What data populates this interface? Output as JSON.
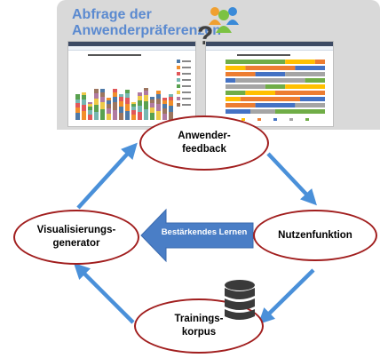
{
  "header": {
    "title_line1": "Abfrage der",
    "title_line2": "Anwenderpräferenzen",
    "users_icon": "users-group-icon",
    "question_icon": "question-mark-icon",
    "question_symbol": "?"
  },
  "nodes": {
    "feedback": "Anwender-\nfeedback",
    "utility": "Nutzenfunktion",
    "generator": "Visualisierungs-\ngenerator",
    "corpus": "Trainings-\nkorpus"
  },
  "center_arrow": {
    "label": "Bestärkendes Lernen",
    "color": "#4a7ec6"
  },
  "corpus_icon": "database-icon",
  "colors": {
    "ellipse_border": "#a11e1e",
    "flow_arrow": "#4a90d9",
    "panel_background": "#d9d9d9",
    "title": "#5b8ad0"
  }
}
